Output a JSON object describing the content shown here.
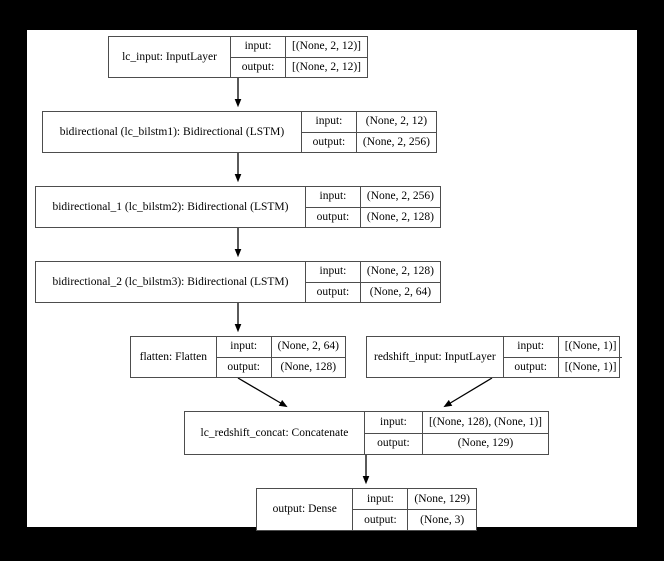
{
  "diagram": {
    "title": "Keras model architecture graph",
    "background_color": "#000000",
    "canvas_color": "#ffffff",
    "border_color": "#4d4d4d",
    "edge_color": "#000000",
    "io_labels": {
      "input": "input:",
      "output": "output:"
    },
    "nodes": [
      {
        "id": "lc_input",
        "name": "lc_input: InputLayer",
        "input": "[(None, 2, 12)]",
        "output": "[(None, 2, 12)]"
      },
      {
        "id": "bidirectional",
        "name": "bidirectional (lc_bilstm1): Bidirectional (LSTM)",
        "input": "(None, 2, 12)",
        "output": "(None, 2, 256)"
      },
      {
        "id": "bidirectional_1",
        "name": "bidirectional_1 (lc_bilstm2): Bidirectional (LSTM)",
        "input": "(None, 2, 256)",
        "output": "(None, 2, 128)"
      },
      {
        "id": "bidirectional_2",
        "name": "bidirectional_2 (lc_bilstm3): Bidirectional (LSTM)",
        "input": "(None, 2, 128)",
        "output": "(None, 2, 64)"
      },
      {
        "id": "flatten",
        "name": "flatten: Flatten",
        "input": "(None, 2, 64)",
        "output": "(None, 128)"
      },
      {
        "id": "redshift_input",
        "name": "redshift_input: InputLayer",
        "input": "[(None, 1)]",
        "output": "[(None, 1)]"
      },
      {
        "id": "lc_redshift_concat",
        "name": "lc_redshift_concat: Concatenate",
        "input": "[(None, 128), (None, 1)]",
        "output": "(None, 129)"
      },
      {
        "id": "output",
        "name": "output: Dense",
        "input": "(None, 129)",
        "output": "(None, 3)"
      }
    ],
    "edges": [
      {
        "from": "lc_input",
        "to": "bidirectional"
      },
      {
        "from": "bidirectional",
        "to": "bidirectional_1"
      },
      {
        "from": "bidirectional_1",
        "to": "bidirectional_2"
      },
      {
        "from": "bidirectional_2",
        "to": "flatten"
      },
      {
        "from": "flatten",
        "to": "lc_redshift_concat"
      },
      {
        "from": "redshift_input",
        "to": "lc_redshift_concat"
      },
      {
        "from": "lc_redshift_concat",
        "to": "output"
      }
    ]
  }
}
